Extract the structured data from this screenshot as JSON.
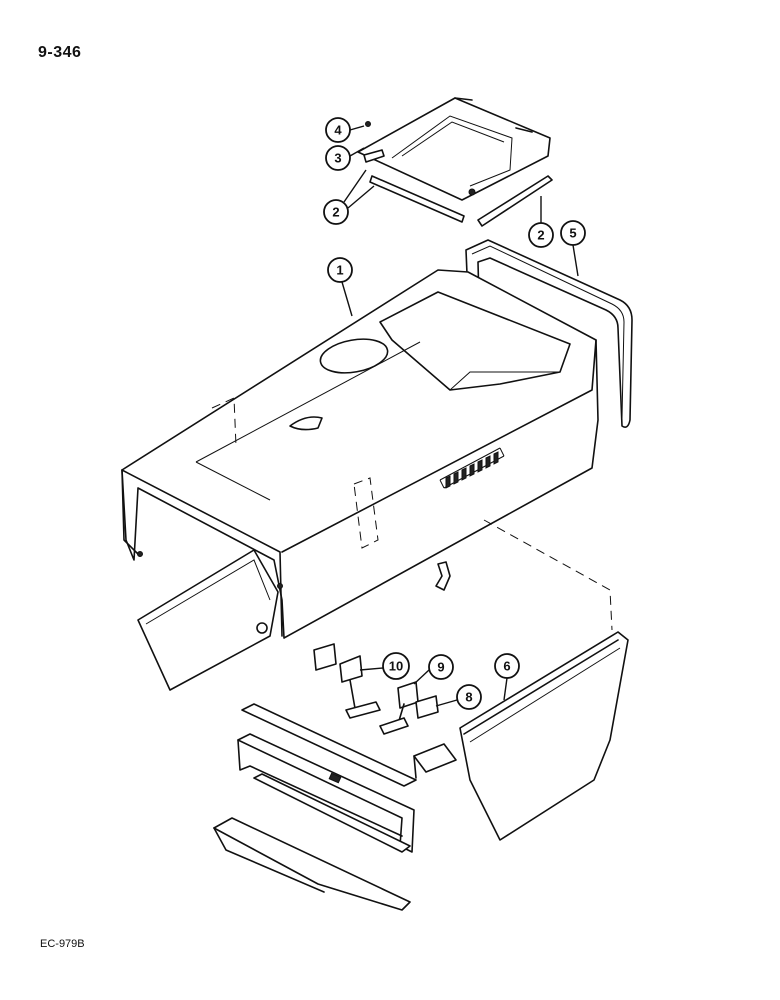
{
  "page": {
    "number": "9-346",
    "ref_code": "EC-979B"
  },
  "callouts": [
    {
      "id": "c4",
      "label": "4"
    },
    {
      "id": "c3",
      "label": "3"
    },
    {
      "id": "c2a",
      "label": "2"
    },
    {
      "id": "c2b",
      "label": "2"
    },
    {
      "id": "c5",
      "label": "5"
    },
    {
      "id": "c1",
      "label": "1"
    },
    {
      "id": "c10",
      "label": "10"
    },
    {
      "id": "c9",
      "label": "9"
    },
    {
      "id": "c8",
      "label": "8"
    },
    {
      "id": "c6",
      "label": "6"
    }
  ]
}
